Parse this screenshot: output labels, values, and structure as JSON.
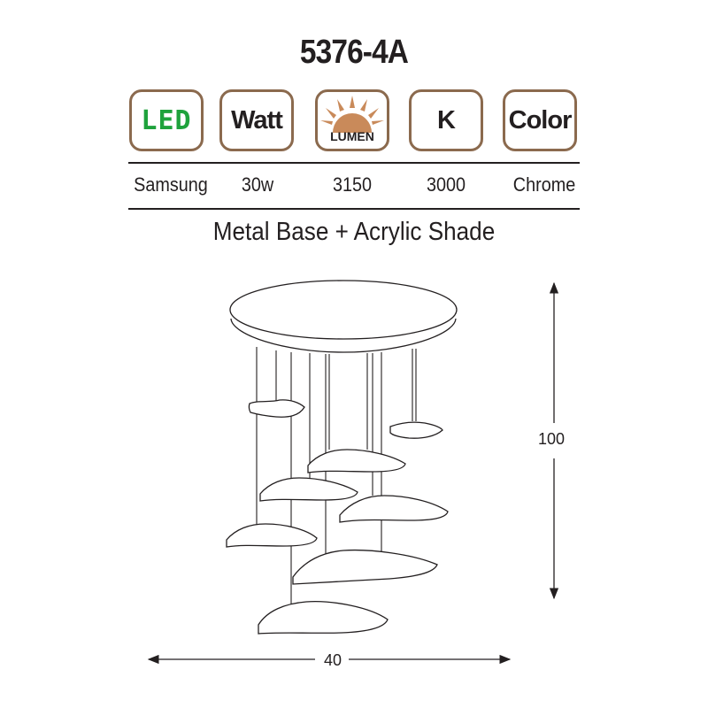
{
  "product": {
    "code": "5376-4A"
  },
  "badges": {
    "led": "LED",
    "watt": "Watt",
    "lumen": "LUMEN",
    "kelvin": "K",
    "color": "Color"
  },
  "specs": {
    "led": "Samsung",
    "watt": "30w",
    "lumen": "3150",
    "kelvin": "3000",
    "color": "Chrome"
  },
  "material": "Metal Base + Acrylic Shade",
  "dimensions": {
    "height": "100",
    "width": "40"
  },
  "colors": {
    "badge_border": "#8b6a4e",
    "led_text": "#1fa23c",
    "sun": "#c98a5a"
  },
  "icons": [
    "sun-icon"
  ]
}
